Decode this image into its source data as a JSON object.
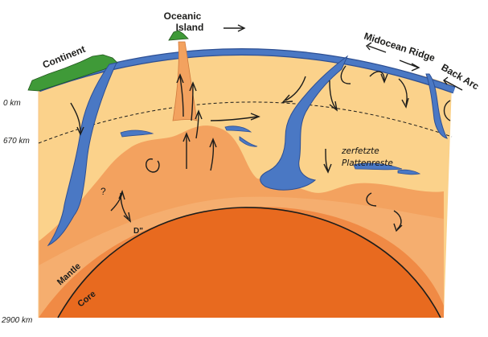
{
  "labels": {
    "oceanic_island": [
      "Oceanic",
      "Island"
    ],
    "continent": "Continent",
    "midocean_ridge": "Midocean Ridge",
    "back_arc": "Back Arc",
    "depth_0": "0 km",
    "depth_670": "670 km",
    "depth_2900": "2900 km",
    "d_double_prime": "D\"",
    "mantle": "Mantle",
    "core": "Core",
    "question_mark": "?",
    "handwritten_note": [
      "zerfetzte",
      "Plattenreste"
    ]
  },
  "colors": {
    "upper_mantle": "#fbd28b",
    "lower_mantle": "#f3a25f",
    "lower_mantle_light": "#f7b67a",
    "d_layer": "#f08a45",
    "core": "#e86a1f",
    "slab": "#4a78c4",
    "slab_edge": "#2d4f93",
    "continent": "#3f9a38",
    "line": "#1d1d1b"
  }
}
